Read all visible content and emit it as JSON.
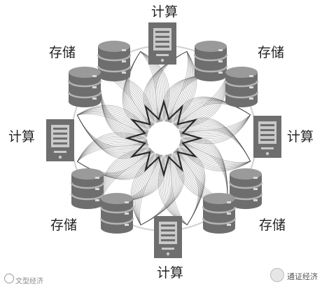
{
  "labels": {
    "compute": "计算",
    "storage": "存储"
  },
  "watermark": {
    "left_text": "文型经济",
    "right_text": "通证经济"
  },
  "colors": {
    "device_fill": "#6e6e6e",
    "device_highlight": "#b5b5b5",
    "ring_stroke": "#d0d0d0",
    "petal_stroke": "#3c3c3c",
    "text": "#222222"
  },
  "icons": {
    "compute_node": "server-tablet-icon",
    "storage_node": "database-cylinder-icon"
  }
}
